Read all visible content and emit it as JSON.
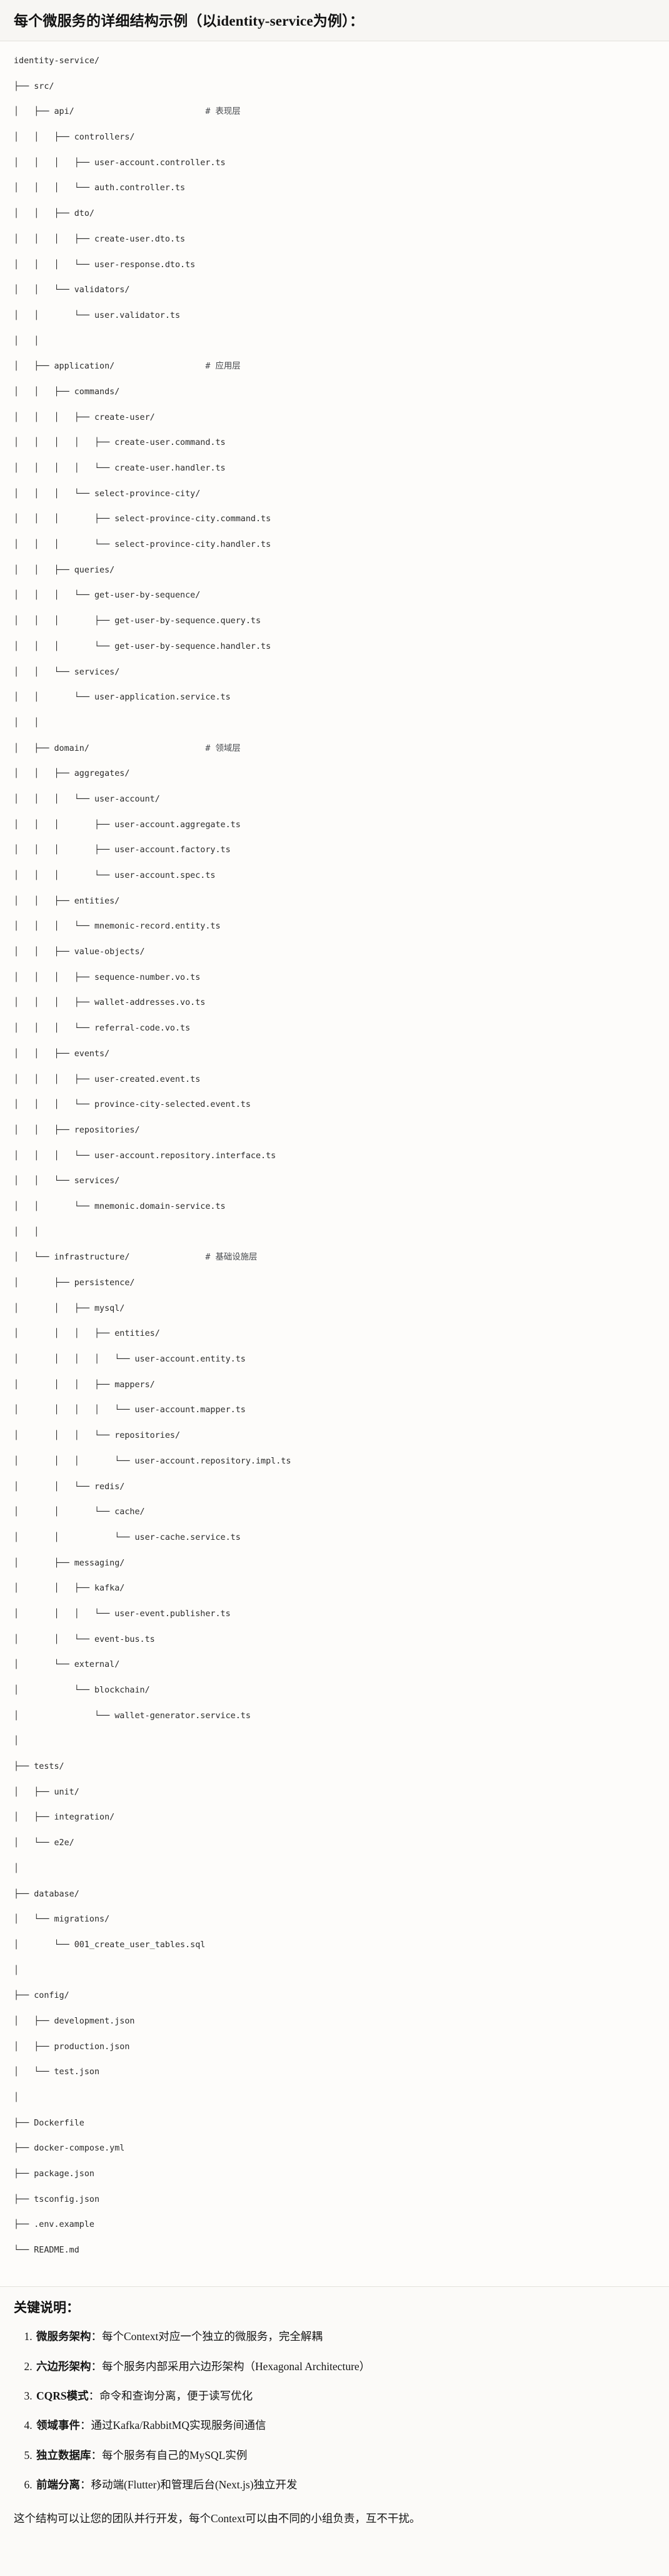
{
  "header": {
    "title": "每个微服务的详细结构示例（以identity-service为例）："
  },
  "tree": {
    "root_label": "identity-service/",
    "lines": [
      "identity-service/",
      "├── src/",
      "│   ├── api/                          # 表现层",
      "│   │   ├── controllers/",
      "│   │   │   ├── user-account.controller.ts",
      "│   │   │   └── auth.controller.ts",
      "│   │   ├── dto/",
      "│   │   │   ├── create-user.dto.ts",
      "│   │   │   └── user-response.dto.ts",
      "│   │   └── validators/",
      "│   │       └── user.validator.ts",
      "│   │",
      "│   ├── application/                  # 应用层",
      "│   │   ├── commands/",
      "│   │   │   ├── create-user/",
      "│   │   │   │   ├── create-user.command.ts",
      "│   │   │   │   └── create-user.handler.ts",
      "│   │   │   └── select-province-city/",
      "│   │   │       ├── select-province-city.command.ts",
      "│   │   │       └── select-province-city.handler.ts",
      "│   │   ├── queries/",
      "│   │   │   └── get-user-by-sequence/",
      "│   │   │       ├── get-user-by-sequence.query.ts",
      "│   │   │       └── get-user-by-sequence.handler.ts",
      "│   │   └── services/",
      "│   │       └── user-application.service.ts",
      "│   │",
      "│   ├── domain/                       # 领域层",
      "│   │   ├── aggregates/",
      "│   │   │   └── user-account/",
      "│   │   │       ├── user-account.aggregate.ts",
      "│   │   │       ├── user-account.factory.ts",
      "│   │   │       └── user-account.spec.ts",
      "│   │   ├── entities/",
      "│   │   │   └── mnemonic-record.entity.ts",
      "│   │   ├── value-objects/",
      "│   │   │   ├── sequence-number.vo.ts",
      "│   │   │   ├── wallet-addresses.vo.ts",
      "│   │   │   └── referral-code.vo.ts",
      "│   │   ├── events/",
      "│   │   │   ├── user-created.event.ts",
      "│   │   │   └── province-city-selected.event.ts",
      "│   │   ├── repositories/",
      "│   │   │   └── user-account.repository.interface.ts",
      "│   │   └── services/",
      "│   │       └── mnemonic.domain-service.ts",
      "│   │",
      "│   └── infrastructure/               # 基础设施层",
      "│       ├── persistence/",
      "│       │   ├── mysql/",
      "│       │   │   ├── entities/",
      "│       │   │   │   └── user-account.entity.ts",
      "│       │   │   ├── mappers/",
      "│       │   │   │   └── user-account.mapper.ts",
      "│       │   │   └── repositories/",
      "│       │   │       └── user-account.repository.impl.ts",
      "│       │   └── redis/",
      "│       │       └── cache/",
      "│       │           └── user-cache.service.ts",
      "│       ├── messaging/",
      "│       │   ├── kafka/",
      "│       │   │   └── user-event.publisher.ts",
      "│       │   └── event-bus.ts",
      "│       └── external/",
      "│           └── blockchain/",
      "│               └── wallet-generator.service.ts",
      "│",
      "├── tests/",
      "│   ├── unit/",
      "│   ├── integration/",
      "│   └── e2e/",
      "│",
      "├── database/",
      "│   └── migrations/",
      "│       └── 001_create_user_tables.sql",
      "│",
      "├── config/",
      "│   ├── development.json",
      "│   ├── production.json",
      "│   └── test.json",
      "│",
      "├── Dockerfile",
      "├── docker-compose.yml",
      "├── package.json",
      "├── tsconfig.json",
      "├── .env.example",
      "└── README.md"
    ],
    "layer_comments": [
      "# 表现层",
      "# 应用层",
      "# 领域层",
      "# 基础设施层"
    ]
  },
  "notes": {
    "heading": "关键说明：",
    "items": [
      {
        "term": "微服务架构",
        "sep": "：",
        "desc": "每个Context对应一个独立的微服务，完全解耦"
      },
      {
        "term": "六边形架构",
        "sep": "：",
        "desc": "每个服务内部采用六边形架构（Hexagonal Architecture）"
      },
      {
        "term": "CQRS模式",
        "sep": "：",
        "desc": "命令和查询分离，便于读写优化"
      },
      {
        "term": "领域事件",
        "sep": "：",
        "desc": "通过Kafka/RabbitMQ实现服务间通信"
      },
      {
        "term": "独立数据库",
        "sep": "：",
        "desc": "每个服务有自己的MySQL实例"
      },
      {
        "term": "前端分离",
        "sep": "：",
        "desc": "移动端(Flutter)和管理后台(Next.js)独立开发"
      }
    ]
  },
  "footer": {
    "text": "这个结构可以让您的团队并行开发，每个Context可以由不同的小组负责，互不干扰。"
  }
}
